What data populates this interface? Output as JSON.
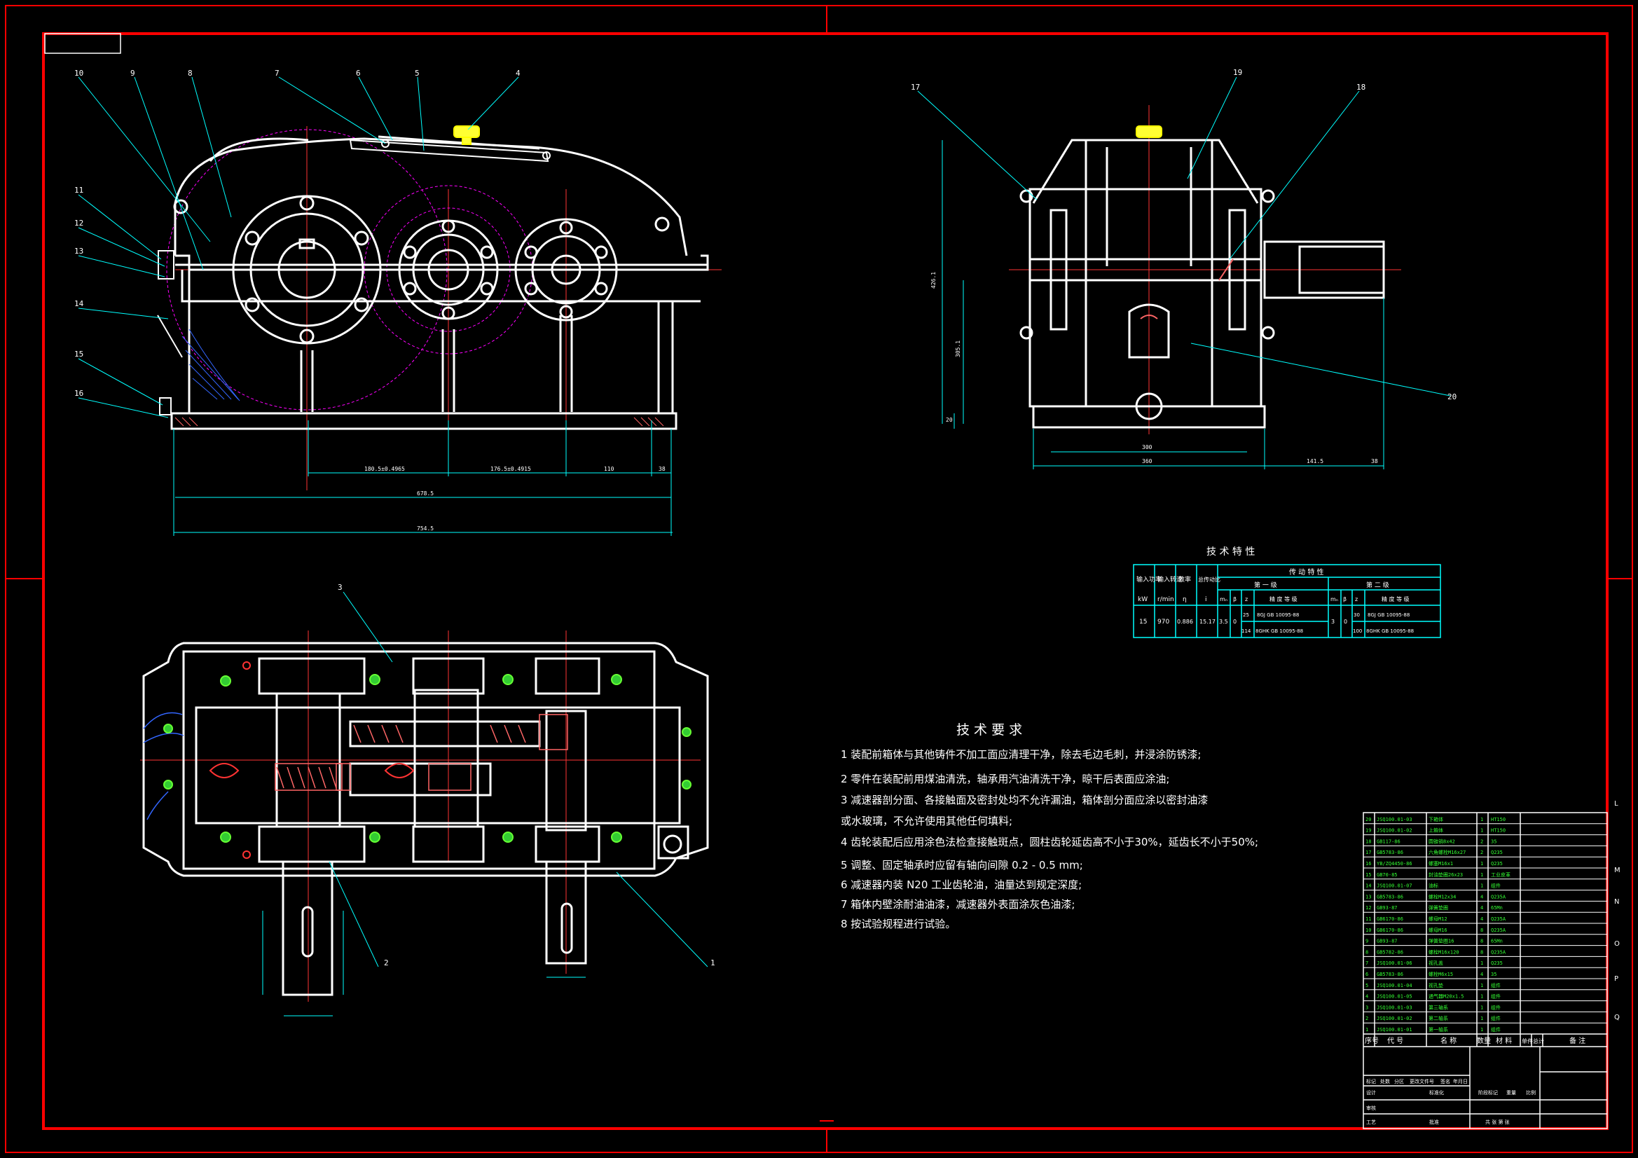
{
  "colors": {
    "background": "#000000",
    "frame": "#ff0000",
    "outline": "#ffffff",
    "leader": "#00ffff",
    "center": "#ff3333",
    "gear": "#ff00ff",
    "table": "#00ffff",
    "bolt": "#66ff33"
  },
  "front_view": {
    "labels": [
      "10",
      "9",
      "8",
      "7",
      "6",
      "5",
      "4",
      "11",
      "12",
      "13",
      "14",
      "15",
      "16"
    ],
    "dims": [
      "180.5±0.4965",
      "176.5±0.4915",
      "110",
      "38",
      "678.5",
      "754.5"
    ]
  },
  "side_view": {
    "labels": [
      "17",
      "19",
      "18",
      "20"
    ],
    "dims": [
      "426.1",
      "305.1",
      "20",
      "300",
      "360",
      "141.5",
      "38"
    ]
  },
  "top_view": {
    "labels": [
      "3",
      "2",
      "1"
    ]
  },
  "tech_spec": {
    "title": "技 术 特 性",
    "headers": [
      "输入功率",
      "输入转速",
      "效率",
      "总传动比",
      "传 动 特 性"
    ],
    "units": [
      "kW",
      "r/min",
      "η",
      "i"
    ],
    "stages": [
      "第 一 级",
      "第 二 级"
    ],
    "sub_headers": [
      "mₙ",
      "β",
      "z",
      "精 度 等 级"
    ],
    "row": {
      "power": "15",
      "speed": "970",
      "eff": "0.886",
      "ratio": "15.17",
      "s1": {
        "m": "3.5",
        "beta": "0",
        "z1": "25",
        "z2": "114",
        "p1": "8GJ GB 10095-88",
        "p2": "8GHK GB 10095-88"
      },
      "s2": {
        "m": "3",
        "beta": "0",
        "z1": "30",
        "z2": "100",
        "p1": "8GJ GB 10095-88",
        "p2": "8GHK GB 10095-88"
      }
    }
  },
  "tech_req": {
    "title": "技 术 要 求",
    "items": [
      "1 装配前箱体与其他铸件不加工面应清理干净，除去毛边毛刺，并浸涂防锈漆;",
      "2 零件在装配前用煤油清洗，轴承用汽油清洗干净，晾干后表面应涂油;",
      "3 减速器剖分面、各接触面及密封处均不允许漏油，箱体剖分面应涂以密封油漆",
      "   或水玻璃，不允许使用其他任何填料;",
      "4 齿轮装配后应用涂色法检查接触斑点，圆柱齿轮延齿高不小于30%，延齿长不小于50%;",
      "5 调整、固定轴承时应留有轴向间隙 0.2 - 0.5 mm;",
      "6 减速器内装 N20 工业齿轮油，油量达到规定深度;",
      "7 箱体内壁涂耐油油漆，减速器外表面涂灰色油漆;",
      "8 按试验规程进行试验。"
    ]
  },
  "bom": {
    "rows": [
      [
        "20",
        "JSQ100.01-03",
        "下箱体",
        "1",
        "HT150"
      ],
      [
        "19",
        "JSQ100.01-02",
        "上箱体",
        "1",
        "HT150"
      ],
      [
        "18",
        "GB117-86",
        "圆锥销8x42",
        "2",
        "35"
      ],
      [
        "17",
        "GB5783-86",
        "六角螺栓M16x27",
        "2",
        "Q235"
      ],
      [
        "16",
        "YB/ZQ4450-86",
        "螺塞M16x1",
        "1",
        "Q235"
      ],
      [
        "15",
        "GB70-85",
        "封油垫圈26x23",
        "1",
        "工业皮革"
      ],
      [
        "14",
        "JSQ100.01-07",
        "油标",
        "1",
        "组件"
      ],
      [
        "13",
        "GB5783-86",
        "螺栓M12x34",
        "4",
        "Q235A"
      ],
      [
        "12",
        "GB93-87",
        "弹簧垫圈",
        "4",
        "65Mn"
      ],
      [
        "11",
        "GB6170-86",
        "螺母M12",
        "4",
        "Q235A"
      ],
      [
        "10",
        "GB6170-86",
        "螺母M16",
        "8",
        "Q235A"
      ],
      [
        "9",
        "GB93-87",
        "弹簧垫圈16",
        "8",
        "65Mn"
      ],
      [
        "8",
        "GB5782-86",
        "螺栓M16x120",
        "8",
        "Q235A"
      ],
      [
        "7",
        "JSQ100.01-06",
        "视孔盖",
        "1",
        "Q235"
      ],
      [
        "6",
        "GB5783-86",
        "螺栓M6x15",
        "4",
        "35"
      ],
      [
        "5",
        "JSQ100.01-04",
        "视孔垫",
        "1",
        "组件"
      ],
      [
        "4",
        "JSQ100.01-05",
        "通气器M20x1.5",
        "1",
        "组件"
      ],
      [
        "3",
        "JSQ100.01-03",
        "第三轴系",
        "1",
        "组件"
      ],
      [
        "2",
        "JSQ100.01-02",
        "第二轴系",
        "1",
        "组件"
      ],
      [
        "1",
        "JSQ100.01-01",
        "第一轴系",
        "1",
        "组件"
      ]
    ],
    "header": [
      "序号",
      "代 号",
      "名 称",
      "数量",
      "材 料",
      "单件",
      "总计",
      "备 注"
    ],
    "title_cells": [
      "标记",
      "处数",
      "分区",
      "更改文件号",
      "签名",
      "年月日",
      "设计",
      "标准化",
      "阶段标记",
      "重量",
      "比例",
      "审核",
      "工艺",
      "批准",
      "共 张 第 张"
    ],
    "side_marks": [
      "L",
      "M",
      "N",
      "O",
      "P",
      "Q"
    ]
  }
}
